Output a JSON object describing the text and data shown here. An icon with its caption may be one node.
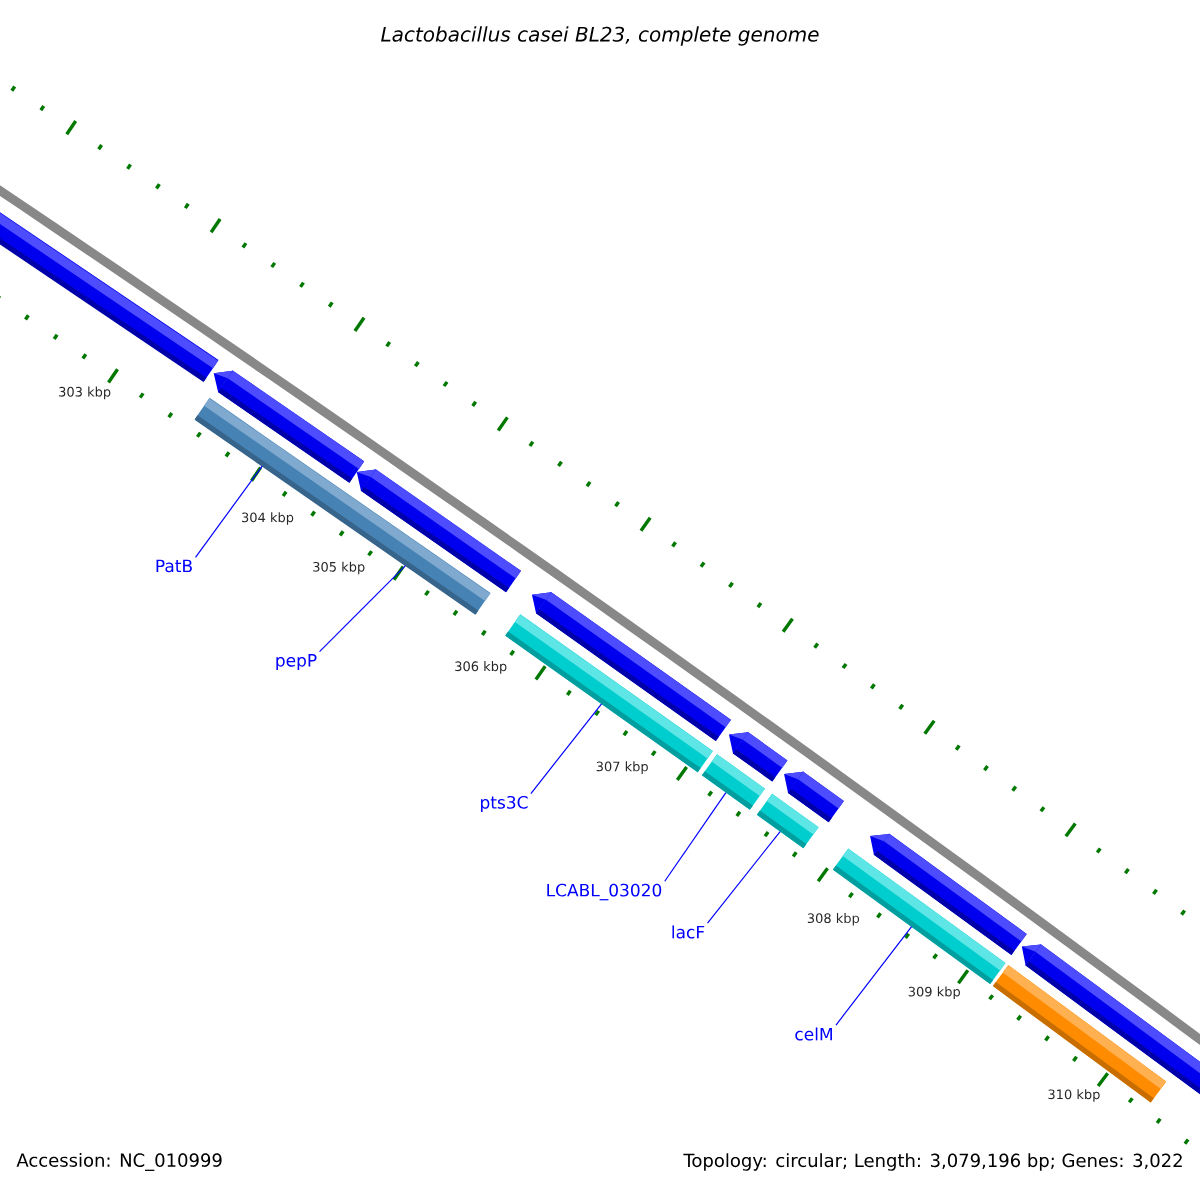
{
  "diagram": {
    "title": "Lactobacillus casei BL23, complete genome",
    "nodes": [
      {
        "text": [
          "PatB"
        ]
      },
      {
        "text": [
          "pepP"
        ]
      },
      {
        "text": [
          "pts3C"
        ]
      },
      {
        "text": [
          "LCABL_03020"
        ]
      },
      {
        "text": [
          "lacF"
        ]
      },
      {
        "text": [
          "celM"
        ]
      },
      {
        "text": [],
        "shape": "bar"
      },
      {
        "text": [],
        "shape": "bar"
      },
      {
        "text": [],
        "shape": "bar"
      },
      {
        "text": [],
        "shape": "bar"
      },
      {
        "text": [],
        "shape": "bar"
      },
      {
        "text": [],
        "shape": "bar"
      },
      {
        "text": [],
        "shape": "bar"
      },
      {
        "text": [],
        "shape": "bar"
      },
      {
        "text": [],
        "shape": "bar"
      },
      {
        "text": [],
        "shape": "bar"
      },
      {
        "text": [],
        "shape": "bar"
      },
      {
        "text": [],
        "shape": "bar"
      },
      {
        "text": [],
        "shape": "bar"
      },
      {
        "text": [],
        "shape": "bar"
      }
    ],
    "edges": [
      {
        "from": 0,
        "to": 8,
        "arrow": "none"
      },
      {
        "from": 1,
        "to": 8,
        "arrow": "none"
      },
      {
        "from": 2,
        "to": 11,
        "arrow": "none"
      },
      {
        "from": 3,
        "to": 13,
        "arrow": "none"
      },
      {
        "from": 4,
        "to": 15,
        "arrow": "none"
      },
      {
        "from": 5,
        "to": 17,
        "arrow": "none"
      }
    ],
    "labels": [
      "303 kbp",
      "304 kbp",
      "305 kbp",
      "306 kbp",
      "307 kbp",
      "308 kbp",
      "309 kbp",
      "310 kbp",
      "Accession: NC_010999",
      "Topology: circular; Length: 3,079,196 bp; Genes: 3,022"
    ]
  }
}
